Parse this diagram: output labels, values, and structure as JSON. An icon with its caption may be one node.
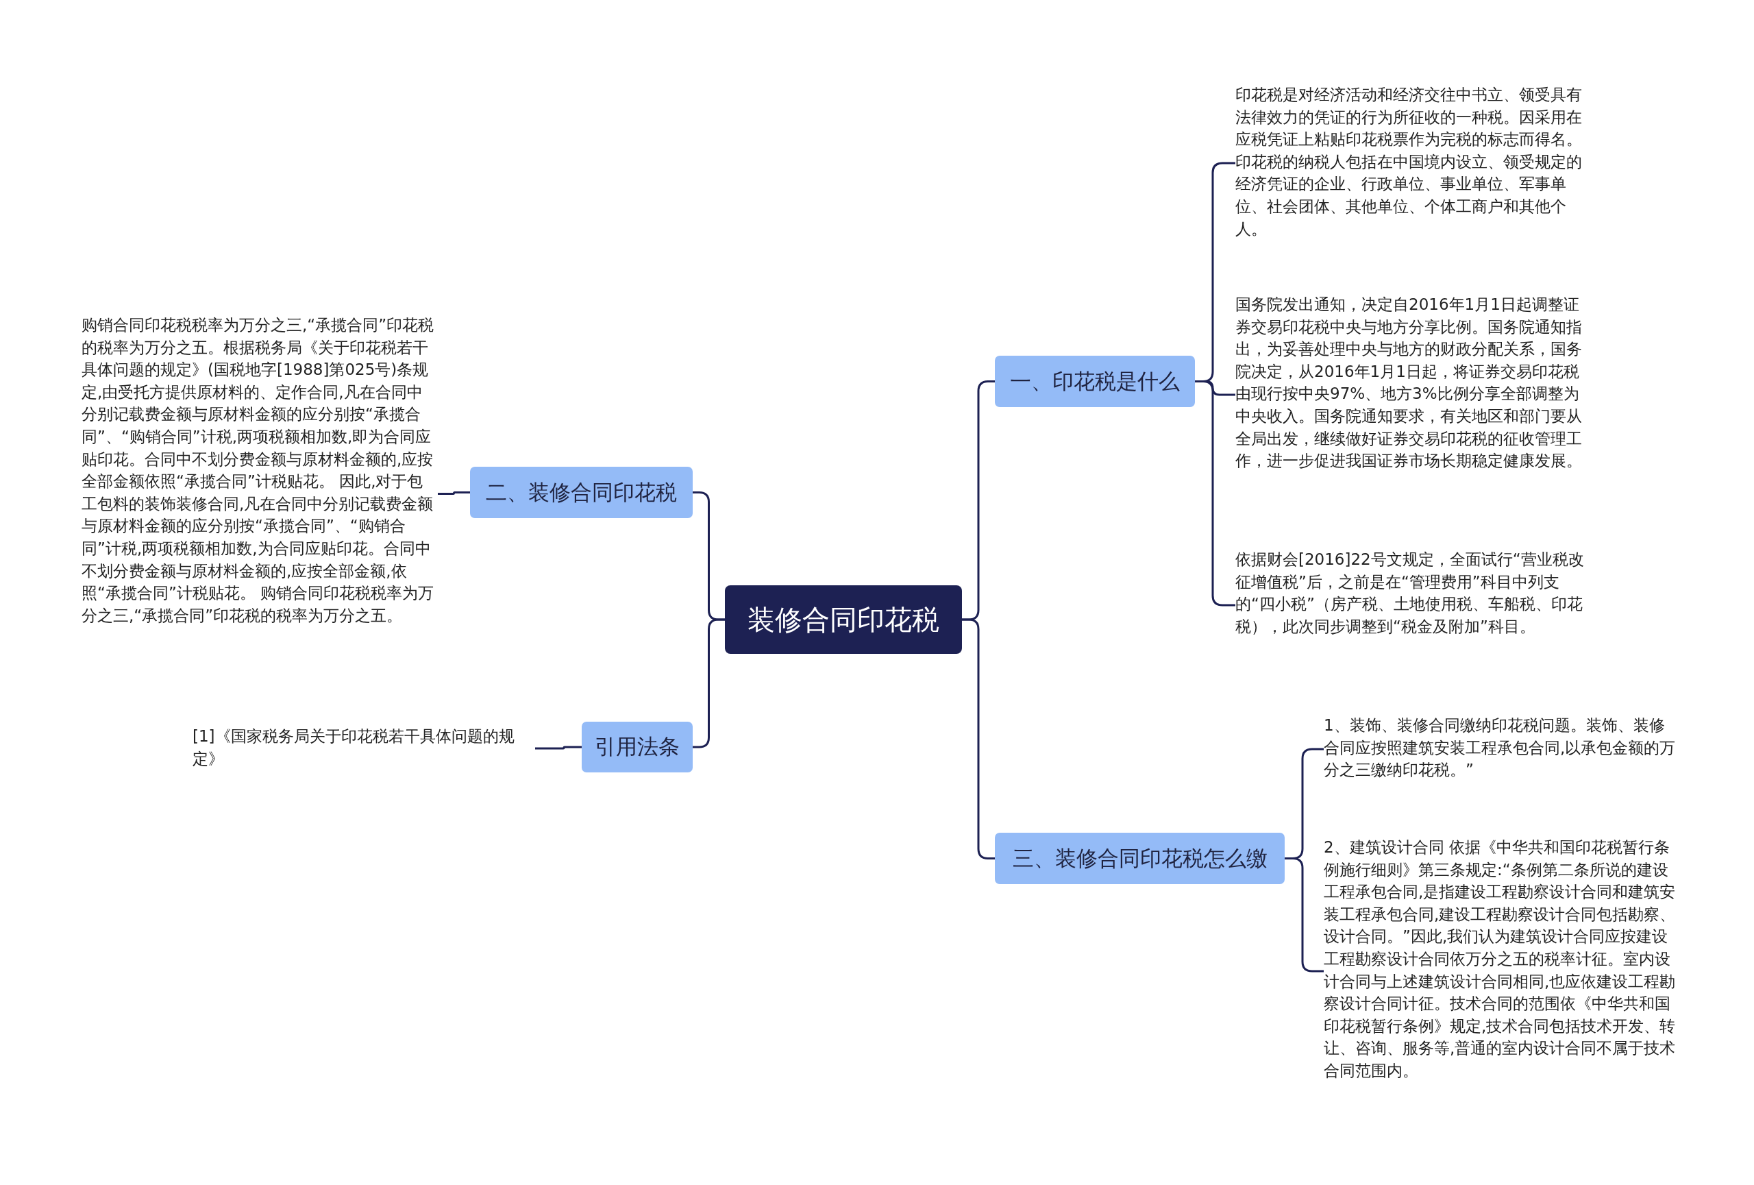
{
  "diagram": {
    "nodes": [
      {
        "text": [
          "装修合同印花税"
        ]
      },
      {
        "text": [
          "一、印花税是什么"
        ]
      },
      {
        "text": [
          "印花税是对经济活动和经济交往中书立、领受具有法律效力的凭证的行为所征收的一种税。因采用在应税凭证上粘贴印花税票作为完税的标志而得名。印花税的纳税人包括在中国境内设立、领受规定的经济凭证的企业、行政单位、事业单位、军事单位、社会团体、其他单位、个体工商户和其他个人。"
        ]
      },
      {
        "text": [
          "国务院发出通知，决定自2016年1月1日起调整证券交易印花税中央与地方分享比例。国务院通知指出，为妥善处理中央与地方的财政分配关系，国务院决定，从2016年1月1日起，将证券交易印花税由现行按中央97%、地方3%比例分享全部调整为中央收入。国务院通知要求，有关地区和部门要从全局出发，继续做好证券交易印花税的征收管理工作，进一步促进我国证券市场长期稳定健康发展。"
        ]
      },
      {
        "text": [
          "依据财会[2016]22号文规定，全面试行“营业税改征增值税”后，之前是在“管理费用”科目中列支的“四小税”（房产税、土地使用税、车船税、印花税），此次同步调整到“税金及附加”科目。"
        ]
      },
      {
        "text": [
          "三、装修合同印花税怎么缴"
        ]
      },
      {
        "text": [
          "1、装饰、装修合同缴纳印花税问题。装饰、装修合同应按照建筑安装工程承包合同,以承包金额的万分之三缴纳印花税。”"
        ]
      },
      {
        "text": [
          "2、建筑设计合同 依据《中华共和国印花税暂行条例施行细则》第三条规定:“条例第二条所说的建设工程承包合同,是指建设工程勘察设计合同和建筑安装工程承包合同,建设工程勘察设计合同包括勘察、设计合同。”因此,我们认为建筑设计合同应按建设工程勘察设计合同依万分之五的税率计征。室内设计合同与上述建筑设计合同相同,也应依建设工程勘察设计合同计征。技术合同的范围依《中华共和国印花税暂行条例》规定,技术合同包括技术开发、转让、咨询、服务等,普通的室内设计合同不属于技术合同范围内。"
        ]
      },
      {
        "text": [
          "二、装修合同印花税"
        ]
      },
      {
        "text": [
          "购销合同印花税税率为万分之三,“承揽合同”印花税的税率为万分之五。根据税务局《关于印花税若干具体问题的规定》(国税地字[1988]第025号)条规定,由受托方提供原材料的、定作合同,凡在合同中分别记载费金额与原材料金额的应分别按“承揽合同”、“购销合同”计税,两项税额相加数,即为合同应贴印花。合同中不划分费金额与原材料金额的,应按全部金额依照“承揽合同”计税贴花。 因此,对于包工包料的装饰装修合同,凡在合同中分别记载费金额与原材料金额的应分别按“承揽合同”、“购销合同”计税,两项税额相加数,为合同应贴印花。合同中不划分费金额与原材料金额的,应按全部金额,依照“承揽合同”计税贴花。 购销合同印花税税率为万分之三,“承揽合同”印花税的税率为万分之五。"
        ]
      },
      {
        "text": [
          "引用法条"
        ]
      },
      {
        "text": [
          "[1]《国家税务局关于印花税若干具体问题的规定》"
        ]
      }
    ],
    "edges": [
      {
        "from": 0,
        "to": 1,
        "arrow": "none"
      },
      {
        "from": 1,
        "to": 2,
        "arrow": "none"
      },
      {
        "from": 1,
        "to": 3,
        "arrow": "none"
      },
      {
        "from": 1,
        "to": 4,
        "arrow": "none"
      },
      {
        "from": 0,
        "to": 5,
        "arrow": "none"
      },
      {
        "from": 5,
        "to": 6,
        "arrow": "none"
      },
      {
        "from": 5,
        "to": 7,
        "arrow": "none"
      },
      {
        "from": 0,
        "to": 8,
        "arrow": "none"
      },
      {
        "from": 8,
        "to": 9,
        "arrow": "none"
      },
      {
        "from": 0,
        "to": 10,
        "arrow": "none"
      },
      {
        "from": 10,
        "to": 11,
        "arrow": "none"
      }
    ]
  }
}
